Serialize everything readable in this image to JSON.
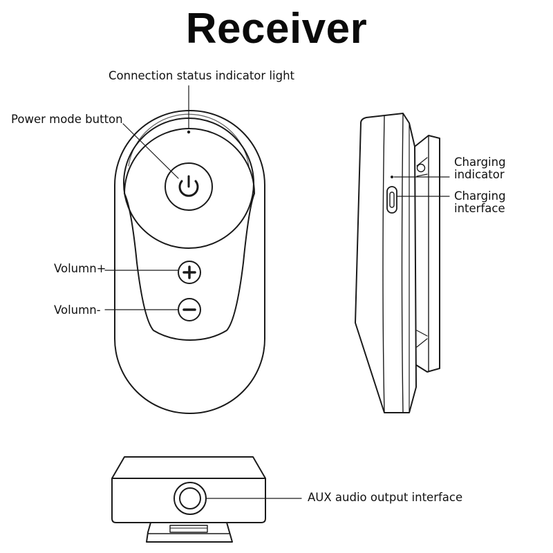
{
  "title": "Receiver",
  "labels": {
    "connection_status": "Connection status indicator light",
    "power_mode": "Power mode button",
    "volume_up": "Volumn+",
    "volume_down": "Volumn-",
    "charging_indicator_line1": "Charging",
    "charging_indicator_line2": "indicator",
    "charging_interface_line1": "Charging",
    "charging_interface_line2": "interface",
    "aux_output": "AUX audio output interface"
  }
}
